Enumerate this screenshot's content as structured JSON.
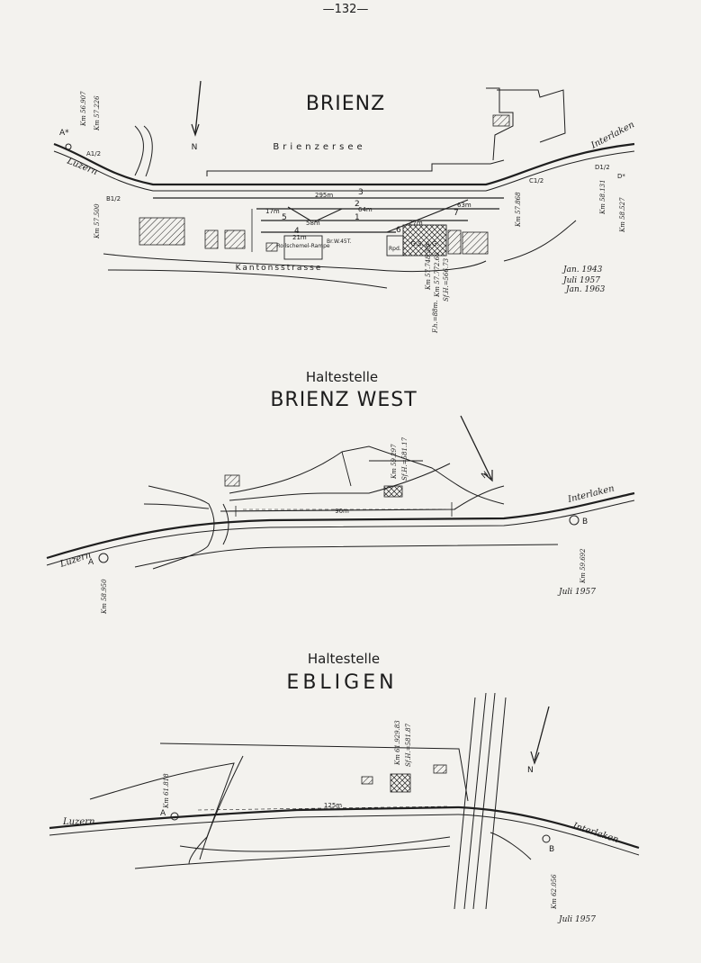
{
  "page_number": "—132—",
  "brienz": {
    "title": "BRIENZ",
    "lake": "Brienzersee",
    "road": "Kantonsstrasse",
    "north": "N",
    "from": "Luzern",
    "to": "Interlaken",
    "tracks": [
      "1",
      "2",
      "3",
      "4",
      "5",
      "6",
      "7"
    ],
    "distances": [
      "295m",
      "17m",
      "58m",
      "64m",
      "27m",
      "63m",
      "21m"
    ],
    "signals": [
      "A*",
      "A1/2",
      "B1/2",
      "C1/2",
      "D1/2",
      "D*"
    ],
    "buildings": [
      "Rollschemel-Rampe",
      "Br.W.45T.",
      "Rpd.",
      "G.S. A.G."
    ],
    "km_labels": [
      "Km 56.907",
      "Km 57.226",
      "Km 57.500",
      "Km 57.868",
      "Km 58.131",
      "Km 58.527",
      "Km 57.748.38",
      "Km 57.772.60",
      "Sf.H.=566.73",
      "F.h.=88m."
    ],
    "dates": [
      "Jan. 1943",
      "Juli 1957",
      "Jan. 1963"
    ]
  },
  "brienz_west": {
    "label": "Haltestelle",
    "title": "BRIENZ WEST",
    "from": "Luzern",
    "to": "Interlaken",
    "north": "N",
    "distance": "90m",
    "signal_a": "A",
    "signal_b": "B",
    "km_labels": [
      "Km 59.297",
      "Sf.H.=581.17",
      "Km 58.950",
      "Km 59.692"
    ],
    "date": "Juli 1957"
  },
  "ebligen": {
    "label": "Haltestelle",
    "title": "EBLIGEN",
    "from": "Luzern",
    "to": "Interlaken",
    "north": "N",
    "distance": "125m",
    "signal_a": "A",
    "signal_b": "B",
    "km_labels": [
      "Km 61.929.83",
      "Sf.H.=581.87",
      "Km 61.818",
      "Km 62.056"
    ],
    "date": "Juli 1957"
  }
}
